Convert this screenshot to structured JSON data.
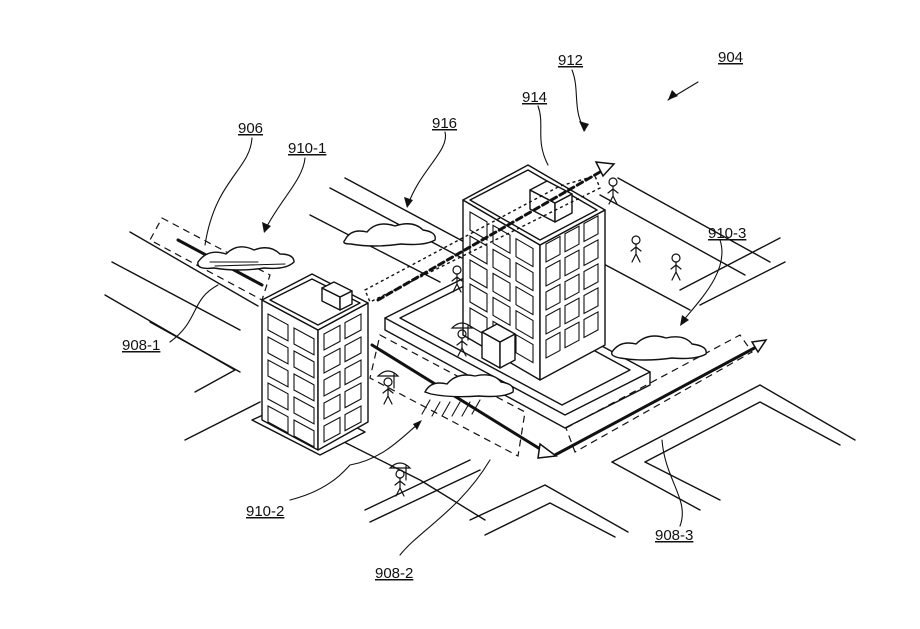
{
  "labels": {
    "l904": "904",
    "l912": "912",
    "l914": "914",
    "l916": "916",
    "l906": "906",
    "l910_1": "910-1",
    "l910_2": "910-2",
    "l910_3": "910-3",
    "l908_1": "908-1",
    "l908_2": "908-2",
    "l908_3": "908-3"
  },
  "icons": {
    "cloud": "cloud-icon",
    "pedestrian": "pedestrian-icon",
    "umbrella_pedestrian": "umbrella-pedestrian-icon",
    "direction_arrow": "arrow-icon"
  }
}
